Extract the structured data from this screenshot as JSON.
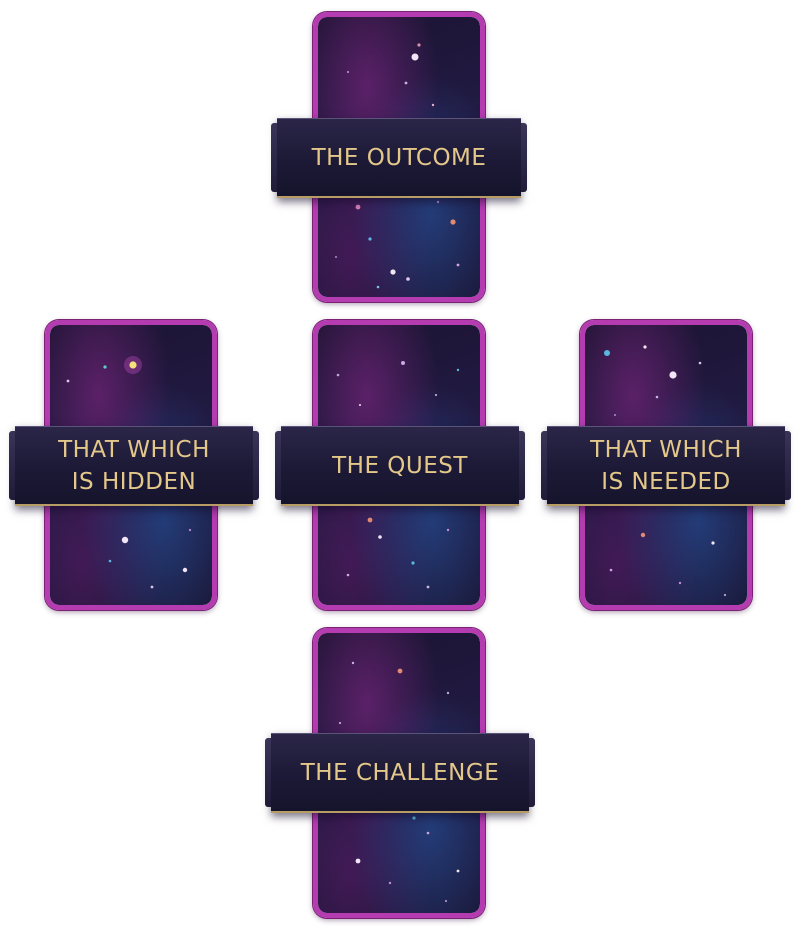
{
  "spread": {
    "outcome": {
      "label": "THE OUTCOME"
    },
    "hidden": {
      "label": "THAT WHICH\nIS HIDDEN"
    },
    "quest": {
      "label": "THE QUEST"
    },
    "needed": {
      "label": "THAT WHICH\nIS NEEDED"
    },
    "challenge": {
      "label": "THE CHALLENGE"
    }
  },
  "colors": {
    "card_border": "#b43bb0",
    "card_background": "#1f1838",
    "banner_background": "#1c1936",
    "banner_text": "#e4c88a",
    "banner_edge": "#b79c63"
  }
}
